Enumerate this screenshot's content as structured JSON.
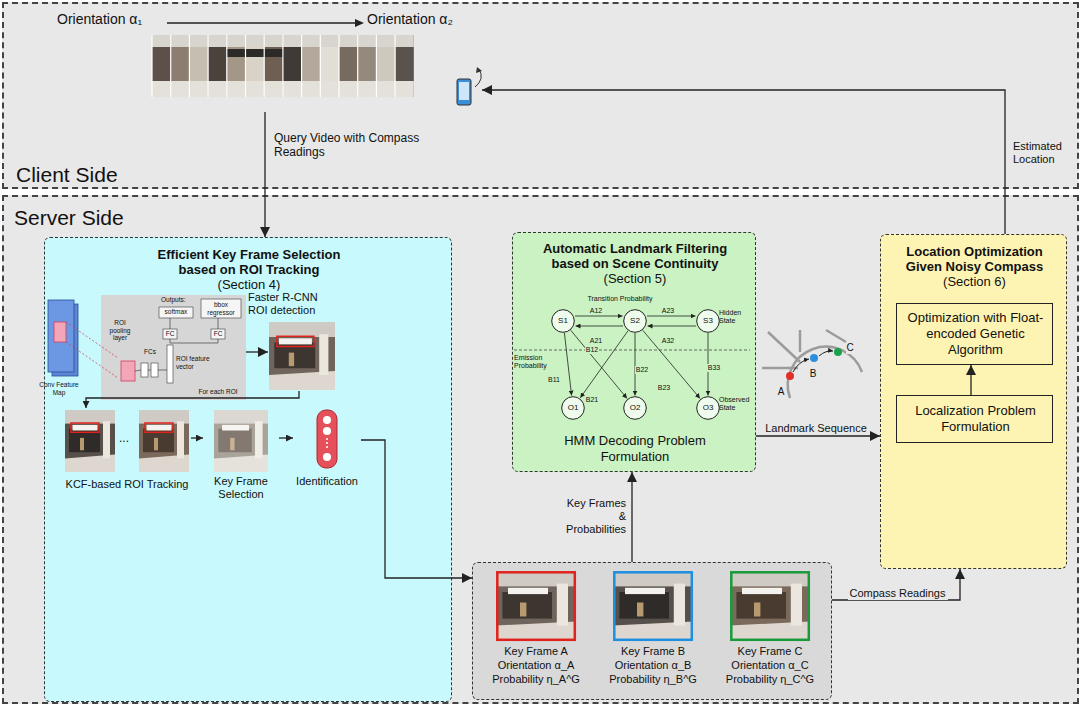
{
  "diagram": {
    "nodes": [
      {
        "text": [
          "Client Side"
        ]
      },
      {
        "text": [
          "Orientation α₁",
          "Orientation α₂"
        ],
        "in": 0
      },
      {
        "text": [
          "Server Side"
        ]
      },
      {
        "text": [
          "Efficient Key Frame Selection based on ROI Tracking",
          "(Section 4)"
        ],
        "in": 2
      },
      {
        "text": [
          "Outputs:",
          "softmax",
          "bbox regressor",
          "ROI pooling layer",
          "FCs",
          "FC",
          "FC",
          "ROI feature vector",
          "For each ROI"
        ],
        "in": 3
      },
      {
        "text": [],
        "in": 3
      },
      {
        "text": [
          "KCF-based ROI Tracking"
        ],
        "in": 3
      },
      {
        "text": [
          "Key Frame Selection"
        ],
        "in": 3
      },
      {
        "text": [
          "Identification"
        ],
        "in": 3
      },
      {
        "text": [
          "Automatic Landmark Filtering based on Scene Continuity",
          "(Section 5)",
          "HMM Decoding Problem Formulation"
        ],
        "in": 2
      },
      {
        "text": [
          "S1"
        ],
        "in": 9
      },
      {
        "text": [
          "S2"
        ],
        "in": 9
      },
      {
        "text": [
          "S3"
        ],
        "in": 9
      },
      {
        "text": [
          "O1"
        ],
        "in": 9
      },
      {
        "text": [
          "O2"
        ],
        "in": 9
      },
      {
        "text": [
          "O3"
        ],
        "in": 9
      },
      {
        "text": [
          "Location Optimization Given Noisy Compass",
          "(Section 6)"
        ],
        "in": 2
      },
      {
        "text": [
          "Optimization with Float-encoded Genetic Algorithm"
        ],
        "in": 16
      },
      {
        "text": [
          "Localization Problem Formulation"
        ],
        "in": 16
      },
      {
        "text": [],
        "in": 2
      },
      {
        "text": [
          "Key Frame A",
          "Orientation α_A",
          "Probability η_A^G"
        ],
        "in": 19
      },
      {
        "text": [
          "Key Frame B",
          "Orientation α_B",
          "Probability η_B^G"
        ],
        "in": 19
      },
      {
        "text": [
          "Key Frame C",
          "Orientation α_C",
          "Probability η_C^G"
        ],
        "in": 19
      }
    ],
    "edges": [
      {
        "from": 1,
        "to": 3,
        "label": "Query Video with Compass Readings",
        "arrow": "to"
      },
      {
        "from": 4,
        "to": 5,
        "label": "Faster R-CNN ROI detection",
        "arrow": "to"
      },
      {
        "from": 5,
        "to": 6,
        "arrow": "to"
      },
      {
        "from": 6,
        "to": 7,
        "arrow": "to"
      },
      {
        "from": 7,
        "to": 8,
        "arrow": "to"
      },
      {
        "from": 8,
        "to": 19,
        "arrow": "to"
      },
      {
        "from": 19,
        "to": 9,
        "label": "Key Frames & Probabilities",
        "arrow": "to"
      },
      {
        "from": 9,
        "to": 16,
        "label": "Landmark Sequence",
        "arrow": "to"
      },
      {
        "from": 19,
        "to": 16,
        "label": "Compass Readings",
        "arrow": "to"
      },
      {
        "from": 16,
        "to": 1,
        "label": "Estimated Location",
        "arrow": "to"
      },
      {
        "from": 18,
        "to": 17,
        "arrow": "to"
      },
      {
        "from": 10,
        "to": 11,
        "label": "A12",
        "arrow": "to"
      },
      {
        "from": 11,
        "to": 10,
        "label": "A21",
        "arrow": "to"
      },
      {
        "from": 11,
        "to": 12,
        "label": "A23",
        "arrow": "to"
      },
      {
        "from": 12,
        "to": 11,
        "label": "A32",
        "arrow": "to"
      },
      {
        "from": 10,
        "to": 13,
        "label": "B11",
        "arrow": "to"
      },
      {
        "from": 10,
        "to": 14,
        "label": "B12",
        "arrow": "to"
      },
      {
        "from": 11,
        "to": 13,
        "label": "B21",
        "arrow": "to"
      },
      {
        "from": 11,
        "to": 14,
        "label": "B22",
        "arrow": "to"
      },
      {
        "from": 11,
        "to": 15,
        "label": "B23",
        "arrow": "to"
      },
      {
        "from": 12,
        "to": 15,
        "label": "B33",
        "arrow": "to"
      }
    ],
    "labels": [
      "Conv Feature Map",
      "...",
      "A",
      "B",
      "C",
      "Transition Probability",
      "Hidden State",
      "Emission Probability",
      "Observed State"
    ]
  }
}
